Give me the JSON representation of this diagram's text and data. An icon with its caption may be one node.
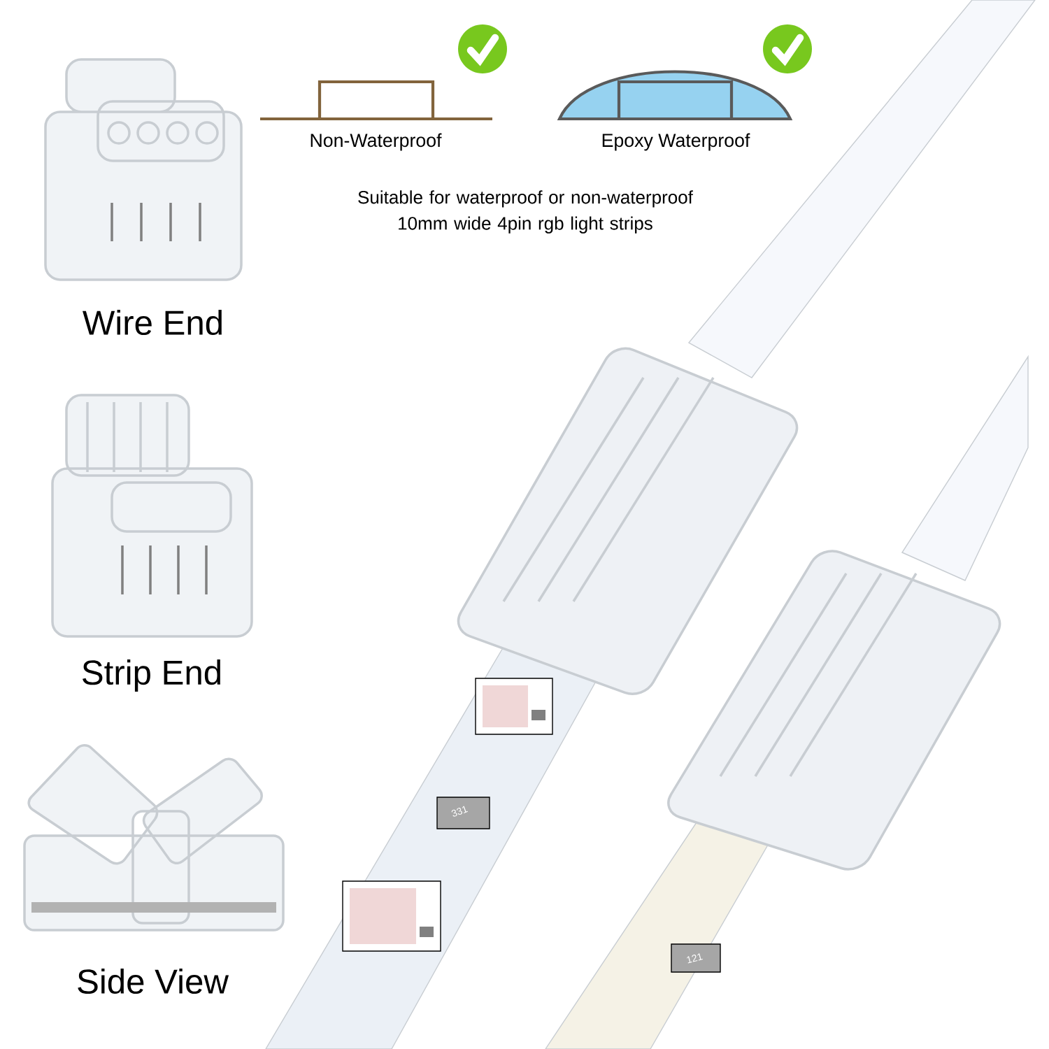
{
  "diagram": {
    "labels": [
      "Non-Waterproof",
      "Epoxy Waterproof",
      "Suitable for waterproof or non-waterproof 10mm wide 4pin rgb light strips",
      "Wire End",
      "Strip End",
      "Side View",
      "331",
      "121"
    ]
  }
}
